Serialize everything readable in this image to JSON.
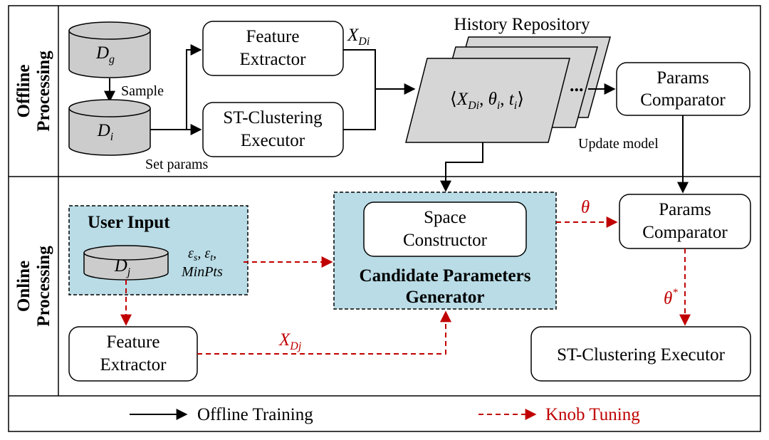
{
  "sections": {
    "offline_line1": "Offline",
    "offline_line2": "Processing",
    "online_line1": "Online",
    "online_line2": "Processing"
  },
  "offline": {
    "dg_base": "D",
    "dg_sub": "g",
    "di_base": "D",
    "di_sub": "i",
    "sample": "Sample",
    "set_params": "Set params",
    "feature_extractor_line1": "Feature",
    "feature_extractor_line2": "Extractor",
    "st_clustering_line1": "ST-Clustering",
    "st_clustering_line2": "Executor",
    "xdi_base": "X",
    "xdi_sub": "Di",
    "history_repository": "History Repository",
    "tuple_open": "⟨",
    "tuple_x": "X",
    "tuple_x_sub": "Di",
    "tuple_theta": "θ",
    "tuple_theta_sub": "i",
    "tuple_t": "t",
    "tuple_t_sub": "i",
    "tuple_close": "⟩",
    "tuple_sep": ", ",
    "ellipsis": "...",
    "params_comparator_line1": "Params",
    "params_comparator_line2": "Comparator",
    "update_model": "Update model"
  },
  "online": {
    "user_input": "User Input",
    "dj_base": "D",
    "dj_sub": "j",
    "eps_s_base": "ε",
    "eps_s_sub": "s",
    "eps_t_base": "ε",
    "eps_t_sub": "t",
    "comma": ",",
    "minpts": "MinPts",
    "space_constructor_line1": "Space",
    "space_constructor_line2": "Constructor",
    "cpg_line1": "Candidate Parameters",
    "cpg_line2": "Generator",
    "theta": "θ",
    "params_comparator_line1": "Params",
    "params_comparator_line2": "Comparator",
    "theta_star_base": "θ",
    "theta_star_sup": "*",
    "feature_extractor_line1": "Feature",
    "feature_extractor_line2": "Extractor",
    "xdj_base": "X",
    "xdj_sub": "Dj",
    "st_clustering_executor": "ST-Clustering Executor"
  },
  "legend": {
    "offline_training": "Offline Training",
    "knob_tuning": "Knob Tuning"
  },
  "colors": {
    "red_dashed": "#c00000",
    "cylinder_fill": "#cccccc",
    "panel_fill": "#b9dce6",
    "repo_fill": "#d6d6d6"
  }
}
